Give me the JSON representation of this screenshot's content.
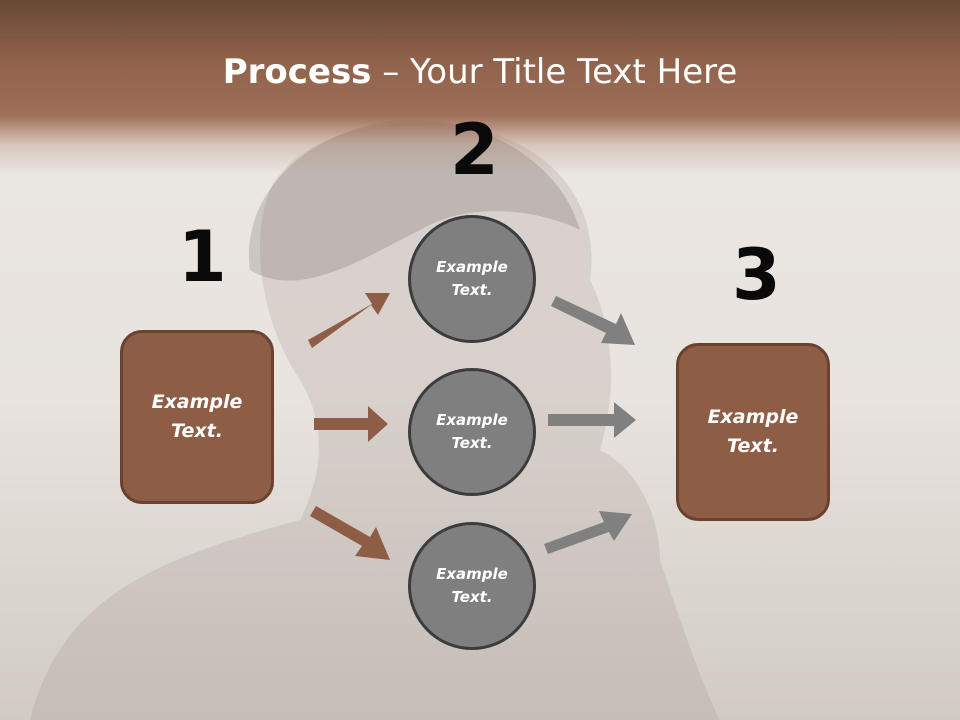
{
  "title": {
    "strong": "Process",
    "light": " – Your Title Text Here"
  },
  "steps": {
    "one": "1",
    "two": "2",
    "three": "3"
  },
  "left_box": {
    "text": "Example Text."
  },
  "right_box": {
    "text": "Example Text."
  },
  "circles": [
    {
      "text": "Example Text."
    },
    {
      "text": "Example Text."
    },
    {
      "text": "Example Text."
    }
  ],
  "colors": {
    "brown": "#8e5d46",
    "brown_dark": "#6a4230",
    "gray": "#7f7f7f",
    "gray_arrow": "#808080"
  }
}
